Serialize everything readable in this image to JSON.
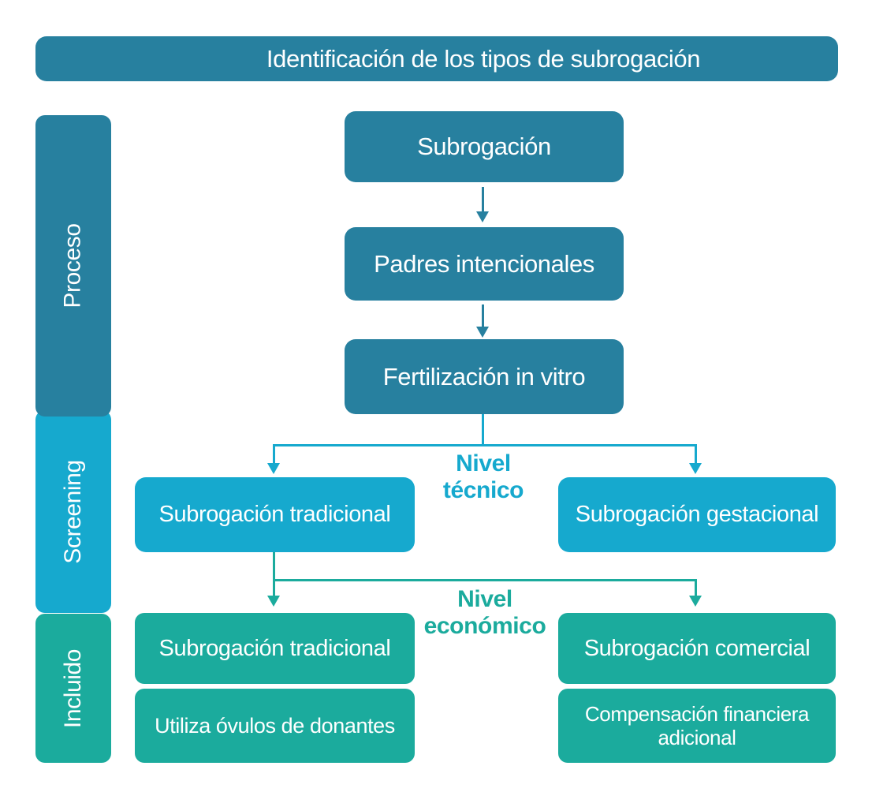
{
  "title": "Identificación de los tipos de subrogación",
  "palette": {
    "dark_blue": "#27809F",
    "cyan": "#16A9CE",
    "teal": "#1BAB9D",
    "text_on_fill": "#FFFFFF",
    "background": "#FFFFFF"
  },
  "sidebar": {
    "items": [
      {
        "id": "proceso",
        "label": "Proceso",
        "color": "#27809F"
      },
      {
        "id": "screening",
        "label": "Screening",
        "color": "#16A9CE"
      },
      {
        "id": "incluido",
        "label": "Incluido",
        "color": "#1BAB9D"
      }
    ]
  },
  "flow": {
    "root_boxes": [
      {
        "label": "Subrogación"
      },
      {
        "label": "Padres intencionales"
      },
      {
        "label": "Fertilización in vitro"
      }
    ],
    "technical_branch": {
      "label": "Nivel técnico",
      "label_lines": [
        "Nivel",
        "técnico"
      ],
      "color": "#16A9CE",
      "left_box": {
        "label": "Subrogación tradicional"
      },
      "right_box": {
        "label": "Subrogación gestacional"
      }
    },
    "economic_branch": {
      "label": "Nivel económico",
      "label_lines": [
        "Nivel",
        "económico"
      ],
      "color": "#1BAB9D",
      "left_box": {
        "label": "Subrogación tradicional"
      },
      "left_note": {
        "label": "Utiliza óvulos de donantes"
      },
      "right_box": {
        "label": "Subrogación comercial"
      },
      "right_note": {
        "label": "Compensación financiera adicional"
      }
    }
  }
}
